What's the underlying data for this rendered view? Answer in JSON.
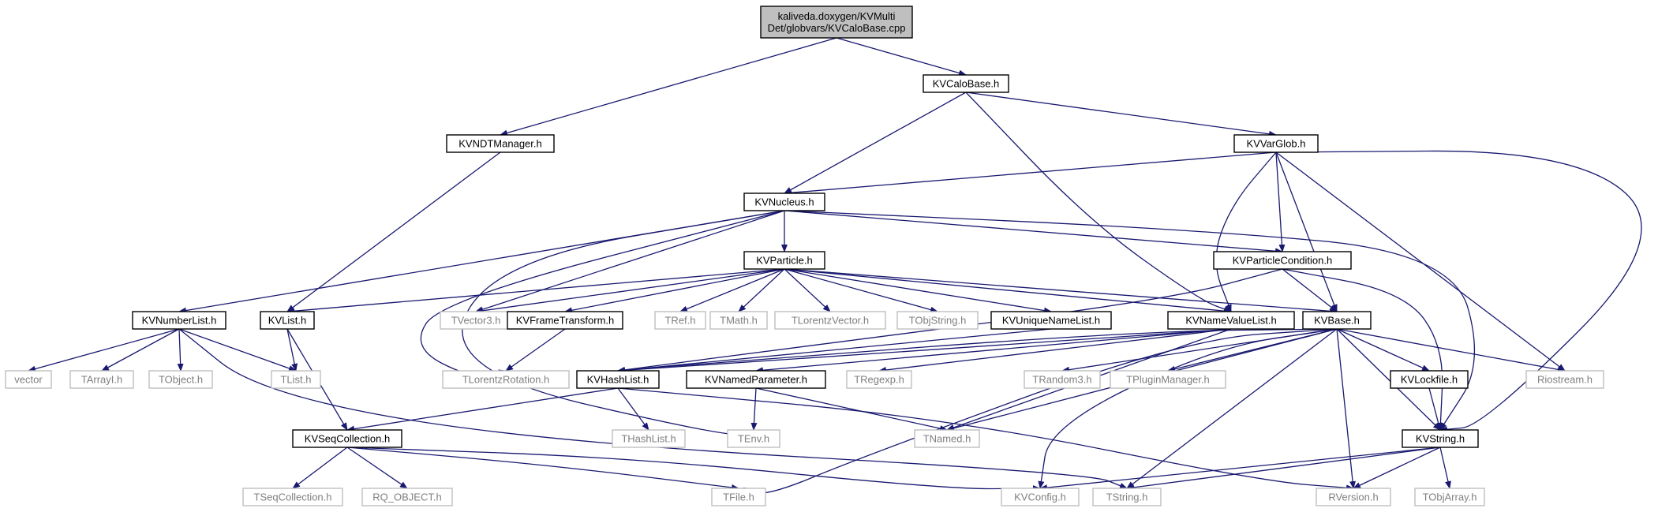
{
  "diagram": {
    "colors": {
      "edge": "#191970",
      "root_fill": "#bfbfbf",
      "root_border": "#000000",
      "node_border": "#000000",
      "external_border": "#bfbfbf",
      "external_text": "#7f7f7f",
      "text": "#000000"
    },
    "nodes": [
      {
        "id": "root",
        "kind": "root",
        "lines": [
          "kaliveda.doxygen/KVMulti",
          "Det/globvars/KVCaloBase.cpp"
        ]
      },
      {
        "id": "kvcalobase_h",
        "kind": "internal",
        "lines": [
          "KVCaloBase.h"
        ]
      },
      {
        "id": "kvndtmanager_h",
        "kind": "internal",
        "lines": [
          "KVNDTManager.h"
        ]
      },
      {
        "id": "kvvarglob_h",
        "kind": "internal",
        "lines": [
          "KVVarGlob.h"
        ]
      },
      {
        "id": "kvnucleus_h",
        "kind": "internal",
        "lines": [
          "KVNucleus.h"
        ]
      },
      {
        "id": "kvparticle_h",
        "kind": "internal",
        "lines": [
          "KVParticle.h"
        ]
      },
      {
        "id": "kvparticlecondition_h",
        "kind": "internal",
        "lines": [
          "KVParticleCondition.h"
        ]
      },
      {
        "id": "kvnumberlist_h",
        "kind": "internal",
        "lines": [
          "KVNumberList.h"
        ]
      },
      {
        "id": "kvlist_h",
        "kind": "internal",
        "lines": [
          "KVList.h"
        ]
      },
      {
        "id": "tvector3_h",
        "kind": "external",
        "lines": [
          "TVector3.h"
        ]
      },
      {
        "id": "kvframetransform_h",
        "kind": "internal",
        "lines": [
          "KVFrameTransform.h"
        ]
      },
      {
        "id": "tref_h",
        "kind": "external",
        "lines": [
          "TRef.h"
        ]
      },
      {
        "id": "tmath_h",
        "kind": "external",
        "lines": [
          "TMath.h"
        ]
      },
      {
        "id": "tlorentzvector_h",
        "kind": "external",
        "lines": [
          "TLorentzVector.h"
        ]
      },
      {
        "id": "tobjstring_h",
        "kind": "external",
        "lines": [
          "TObjString.h"
        ]
      },
      {
        "id": "kvuniquenamelist_h",
        "kind": "internal",
        "lines": [
          "KVUniqueNameList.h"
        ]
      },
      {
        "id": "kvnamevaluelist_h",
        "kind": "internal",
        "lines": [
          "KVNameValueList.h"
        ]
      },
      {
        "id": "kvbase_h",
        "kind": "internal",
        "lines": [
          "KVBase.h"
        ]
      },
      {
        "id": "vector",
        "kind": "external",
        "lines": [
          "vector"
        ]
      },
      {
        "id": "tarrayi_h",
        "kind": "external",
        "lines": [
          "TArrayI.h"
        ]
      },
      {
        "id": "tobject_h",
        "kind": "external",
        "lines": [
          "TObject.h"
        ]
      },
      {
        "id": "tlist_h",
        "kind": "external",
        "lines": [
          "TList.h"
        ]
      },
      {
        "id": "tlorentzrotation_h",
        "kind": "external",
        "lines": [
          "TLorentzRotation.h"
        ]
      },
      {
        "id": "kvhashlist_h",
        "kind": "internal",
        "lines": [
          "KVHashList.h"
        ]
      },
      {
        "id": "kvnamedparameter_h",
        "kind": "internal",
        "lines": [
          "KVNamedParameter.h"
        ]
      },
      {
        "id": "tregexp_h",
        "kind": "external",
        "lines": [
          "TRegexp.h"
        ]
      },
      {
        "id": "trandom3_h",
        "kind": "external",
        "lines": [
          "TRandom3.h"
        ]
      },
      {
        "id": "tpluginmanager_h",
        "kind": "external",
        "lines": [
          "TPluginManager.h"
        ]
      },
      {
        "id": "kvlockfile_h",
        "kind": "internal",
        "lines": [
          "KVLockfile.h"
        ]
      },
      {
        "id": "riostream_h",
        "kind": "external",
        "lines": [
          "Riostream.h"
        ]
      },
      {
        "id": "kvseqcollection_h",
        "kind": "internal",
        "lines": [
          "KVSeqCollection.h"
        ]
      },
      {
        "id": "thashlist_h",
        "kind": "external",
        "lines": [
          "THashList.h"
        ]
      },
      {
        "id": "tenv_h",
        "kind": "external",
        "lines": [
          "TEnv.h"
        ]
      },
      {
        "id": "tnamed_h",
        "kind": "external",
        "lines": [
          "TNamed.h"
        ]
      },
      {
        "id": "kvstring_h",
        "kind": "internal",
        "lines": [
          "KVString.h"
        ]
      },
      {
        "id": "tseqcollection_h",
        "kind": "external",
        "lines": [
          "TSeqCollection.h"
        ]
      },
      {
        "id": "rq_object_h",
        "kind": "external",
        "lines": [
          "RQ_OBJECT.h"
        ]
      },
      {
        "id": "tfile_h",
        "kind": "external",
        "lines": [
          "TFile.h"
        ]
      },
      {
        "id": "kvconfig_h",
        "kind": "external",
        "lines": [
          "KVConfig.h"
        ]
      },
      {
        "id": "tstring_h",
        "kind": "external",
        "lines": [
          "TString.h"
        ]
      },
      {
        "id": "rversion_h",
        "kind": "external",
        "lines": [
          "RVersion.h"
        ]
      },
      {
        "id": "tobjarray_h",
        "kind": "external",
        "lines": [
          "TObjArray.h"
        ]
      }
    ],
    "edges": [
      [
        "root",
        "kvcalobase_h"
      ],
      [
        "root",
        "kvndtmanager_h"
      ],
      [
        "kvcalobase_h",
        "kvnucleus_h"
      ],
      [
        "kvcalobase_h",
        "kvvarglob_h"
      ],
      [
        "kvcalobase_h",
        "kvnamevaluelist_h"
      ],
      [
        "kvndtmanager_h",
        "kvlist_h"
      ],
      [
        "kvvarglob_h",
        "kvnucleus_h"
      ],
      [
        "kvvarglob_h",
        "kvparticlecondition_h"
      ],
      [
        "kvvarglob_h",
        "kvnamevaluelist_h"
      ],
      [
        "kvvarglob_h",
        "kvbase_h"
      ],
      [
        "kvvarglob_h",
        "riostream_h"
      ],
      [
        "kvvarglob_h",
        "kvstring_h"
      ],
      [
        "kvnucleus_h",
        "kvparticle_h"
      ],
      [
        "kvnucleus_h",
        "kvnumberlist_h"
      ],
      [
        "kvnucleus_h",
        "tvector3_h"
      ],
      [
        "kvnucleus_h",
        "tlorentzrotation_h"
      ],
      [
        "kvnucleus_h",
        "tenv_h"
      ],
      [
        "kvnucleus_h",
        "kvparticlecondition_h"
      ],
      [
        "kvnucleus_h",
        "kvstring_h"
      ],
      [
        "kvparticle_h",
        "kvlist_h"
      ],
      [
        "kvparticle_h",
        "tvector3_h"
      ],
      [
        "kvparticle_h",
        "kvframetransform_h"
      ],
      [
        "kvparticle_h",
        "tref_h"
      ],
      [
        "kvparticle_h",
        "tmath_h"
      ],
      [
        "kvparticle_h",
        "tlorentzvector_h"
      ],
      [
        "kvparticle_h",
        "tobjstring_h"
      ],
      [
        "kvparticle_h",
        "kvuniquenamelist_h"
      ],
      [
        "kvparticle_h",
        "kvnamevaluelist_h"
      ],
      [
        "kvparticle_h",
        "kvbase_h"
      ],
      [
        "kvparticlecondition_h",
        "kvbase_h"
      ],
      [
        "kvparticlecondition_h",
        "kvhashlist_h"
      ],
      [
        "kvparticlecondition_h",
        "kvstring_h"
      ],
      [
        "kvnumberlist_h",
        "vector"
      ],
      [
        "kvnumberlist_h",
        "tarrayi_h"
      ],
      [
        "kvnumberlist_h",
        "tobject_h"
      ],
      [
        "kvnumberlist_h",
        "tlist_h"
      ],
      [
        "kvnumberlist_h",
        "tstring_h"
      ],
      [
        "kvlist_h",
        "tlist_h"
      ],
      [
        "kvlist_h",
        "kvseqcollection_h"
      ],
      [
        "kvframetransform_h",
        "tlorentzrotation_h"
      ],
      [
        "kvuniquenamelist_h",
        "kvhashlist_h"
      ],
      [
        "kvnamevaluelist_h",
        "kvhashlist_h"
      ],
      [
        "kvnamevaluelist_h",
        "kvnamedparameter_h"
      ],
      [
        "kvnamevaluelist_h",
        "tregexp_h"
      ],
      [
        "kvnamevaluelist_h",
        "tnamed_h"
      ],
      [
        "kvbase_h",
        "kvhashlist_h"
      ],
      [
        "kvbase_h",
        "tnamed_h"
      ],
      [
        "kvbase_h",
        "trandom3_h"
      ],
      [
        "kvbase_h",
        "tpluginmanager_h"
      ],
      [
        "kvbase_h",
        "kvlockfile_h"
      ],
      [
        "kvbase_h",
        "riostream_h"
      ],
      [
        "kvbase_h",
        "tfile_h"
      ],
      [
        "kvbase_h",
        "kvconfig_h"
      ],
      [
        "kvbase_h",
        "tstring_h"
      ],
      [
        "kvbase_h",
        "rversion_h"
      ],
      [
        "kvbase_h",
        "kvstring_h"
      ],
      [
        "kvhashlist_h",
        "kvseqcollection_h"
      ],
      [
        "kvhashlist_h",
        "thashlist_h"
      ],
      [
        "kvhashlist_h",
        "rversion_h"
      ],
      [
        "kvnamedparameter_h",
        "tenv_h"
      ],
      [
        "kvnamedparameter_h",
        "tnamed_h"
      ],
      [
        "kvlockfile_h",
        "kvstring_h"
      ],
      [
        "kvseqcollection_h",
        "tseqcollection_h"
      ],
      [
        "kvseqcollection_h",
        "rq_object_h"
      ],
      [
        "kvseqcollection_h",
        "tfile_h"
      ],
      [
        "kvseqcollection_h",
        "kvconfig_h"
      ],
      [
        "kvstring_h",
        "kvconfig_h"
      ],
      [
        "kvstring_h",
        "tstring_h"
      ],
      [
        "kvstring_h",
        "rversion_h"
      ],
      [
        "kvstring_h",
        "tobjarray_h"
      ]
    ]
  }
}
